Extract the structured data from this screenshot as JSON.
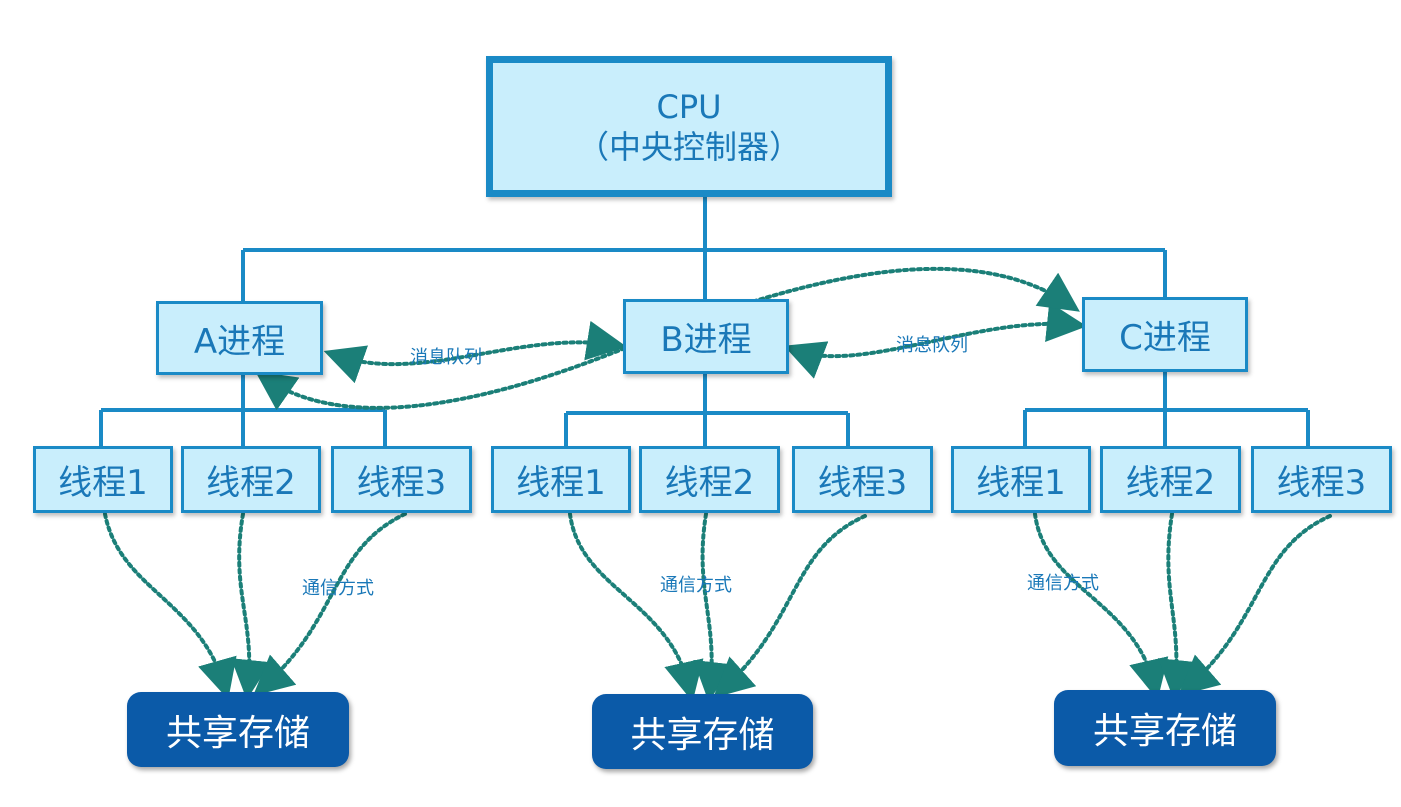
{
  "cpu": {
    "line1": "CPU",
    "line2": "（中央控制器）"
  },
  "processes": [
    {
      "label": "A进程"
    },
    {
      "label": "B进程"
    },
    {
      "label": "C进程"
    }
  ],
  "threads": [
    [
      "线程1",
      "线程2",
      "线程3"
    ],
    [
      "线程1",
      "线程2",
      "线程3"
    ],
    [
      "线程1",
      "线程2",
      "线程3"
    ]
  ],
  "storage_label": "共享存储",
  "message_queue_label": "消息队列",
  "comm_label": "通信方式",
  "colors": {
    "box_fill": "#c9eefc",
    "box_border": "#1a8ac6",
    "text": "#1a78b8",
    "storage_fill": "#0b5aa8",
    "dotted_arrow": "#1b7f78"
  }
}
